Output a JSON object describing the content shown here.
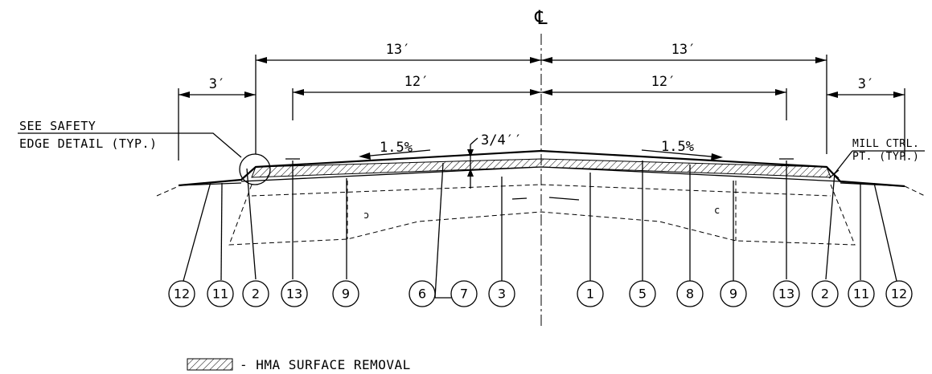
{
  "centerline_symbol": "℄",
  "dimensions": {
    "lane_width_13_left": "13′",
    "lane_width_13_right": "13′",
    "lane_width_12_left": "12′",
    "lane_width_12_right": "12′",
    "shoulder_3_left": "3′",
    "shoulder_3_right": "3′",
    "surface_thickness": "3/4′′"
  },
  "slopes": {
    "left": "1.5%",
    "right": "1.5%"
  },
  "notes": {
    "safety_edge_line1": "SEE SAFETY",
    "safety_edge_line2": "EDGE DETAIL (TYP.)",
    "mill_ctrl_line1": "MILL CTRL.",
    "mill_ctrl_line2": "PT. (TYP.)"
  },
  "callouts": [
    "12",
    "11",
    "2",
    "13",
    "9",
    "6",
    "7",
    "3",
    "1",
    "5",
    "8",
    "9",
    "13",
    "2",
    "11",
    "12"
  ],
  "legend": {
    "label": "- HMA SURFACE REMOVAL"
  }
}
